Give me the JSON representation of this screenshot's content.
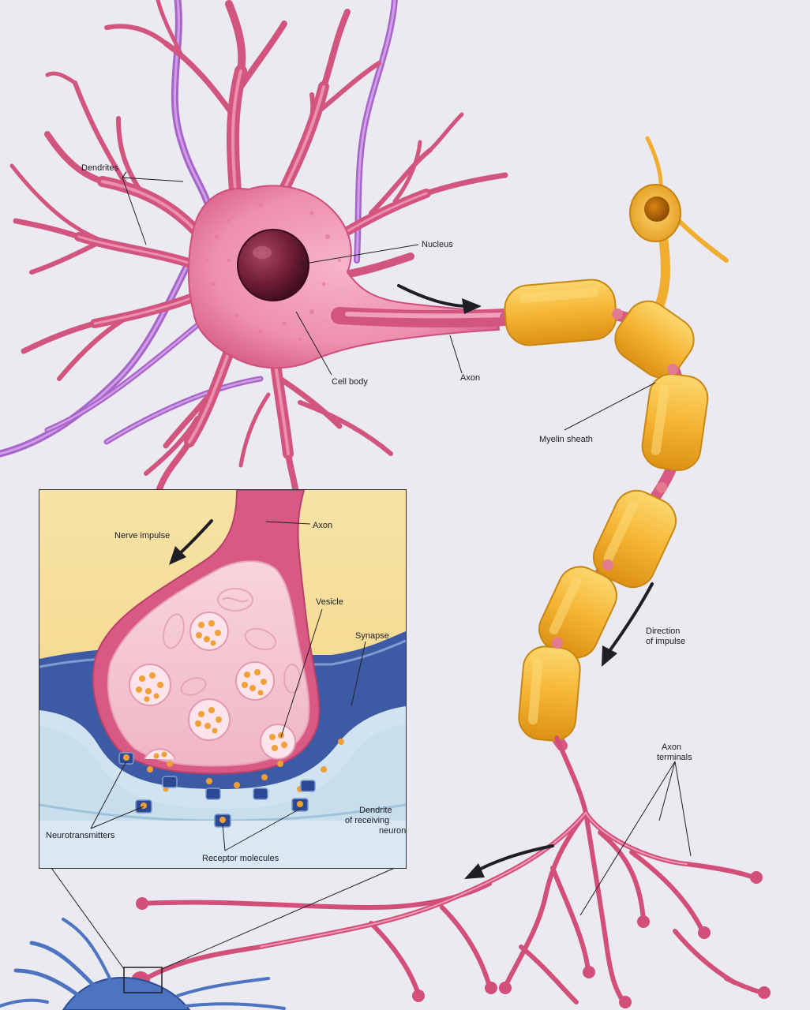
{
  "labels": {
    "dendrites": "Dendrites",
    "nucleus": "Nucleus",
    "cell_body": "Cell body",
    "axon_main": "Axon",
    "myelin_sheath": "Myelin sheath",
    "direction_line1": "Direction",
    "direction_line2": "of impulse",
    "axon_terminals_line1": "Axon",
    "axon_terminals_line2": "terminals",
    "inset_nerve_impulse": "Nerve impulse",
    "inset_axon": "Axon",
    "inset_vesicle": "Vesicle",
    "inset_synapse": "Synapse",
    "inset_dendrite_line1": "Dendrite",
    "inset_dendrite_line2": "of receiving",
    "inset_dendrite_line3": "neuron",
    "inset_neurotransmitters": "Neurotransmitters",
    "inset_receptor_molecules": "Receptor molecules"
  },
  "colors": {
    "background": "#ebeaf1",
    "cell_body": "#f29ab6",
    "dendrite": "#d1557f",
    "purple_dendrite": "#a865c9",
    "myelin": "#f4b633",
    "inset_top": "#f6dc94",
    "inset_synaptic_cleft": "#cfe4f0",
    "inset_receiving": "#3f5fa8",
    "neurotransmitter": "#f0a036"
  }
}
